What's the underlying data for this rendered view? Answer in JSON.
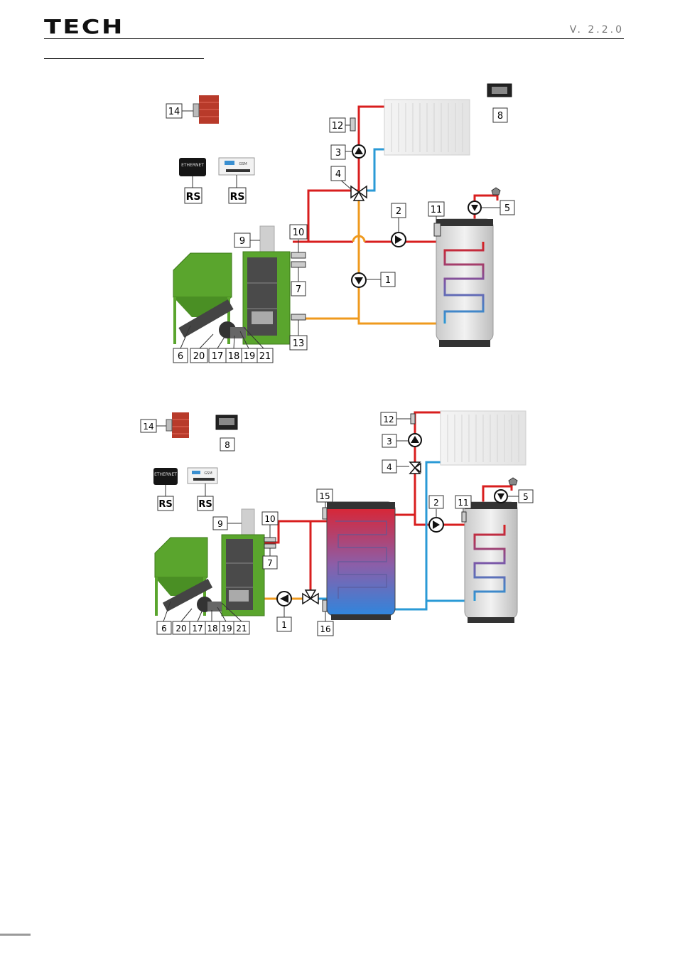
{
  "header": {
    "logo": "TECH",
    "version": "V. 2.2.0"
  },
  "diagram1": {
    "labels": [
      "14",
      "RS",
      "RS",
      "12",
      "3",
      "4",
      "8",
      "2",
      "11",
      "5",
      "9",
      "10",
      "7",
      "1",
      "13",
      "6",
      "20",
      "17",
      "18",
      "19",
      "21"
    ],
    "ethernet_text": "ETHERNET",
    "gsm_text": "GSM"
  },
  "diagram2": {
    "labels": [
      "14",
      "8",
      "RS",
      "RS",
      "12",
      "3",
      "4",
      "15",
      "2",
      "11",
      "5",
      "9",
      "10",
      "7",
      "1",
      "16",
      "6",
      "20",
      "17",
      "18",
      "19",
      "21"
    ],
    "ethernet_text": "ETHERNET",
    "gsm_text": "GSM"
  },
  "colors": {
    "hot": "#d81e1e",
    "cold": "#2a9ad6",
    "return": "#ef9a1e",
    "boiler": "#5aa52d",
    "frame": "#555555"
  }
}
